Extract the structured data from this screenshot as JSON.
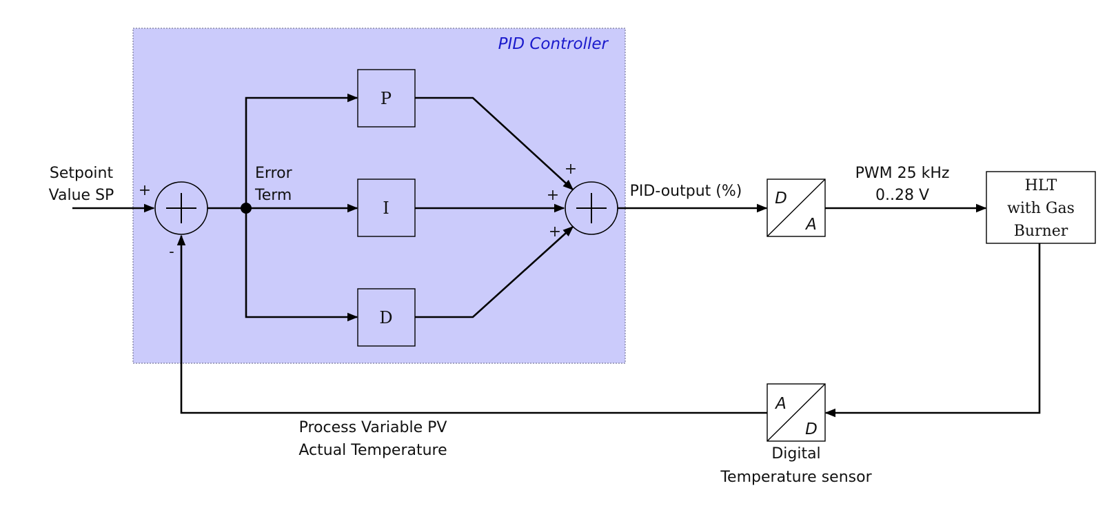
{
  "controller": {
    "title": "PID Controller"
  },
  "input": {
    "line1": "Setpoint",
    "line2": "Value SP"
  },
  "summer1": {
    "plus": "+",
    "minus": "-"
  },
  "error": {
    "line1": "Error",
    "line2": "Term"
  },
  "blocks": {
    "p": "P",
    "i": "I",
    "d": "D"
  },
  "summer2": {
    "top": "+",
    "mid": "+",
    "bottom": "+"
  },
  "pid_output": {
    "label": "PID-output (%)"
  },
  "dac": {
    "top": "D",
    "bottom": "A"
  },
  "pwm": {
    "line1": "PWM 25 kHz",
    "line2": "0..28 V"
  },
  "plant": {
    "line1": "HLT",
    "line2": "with Gas",
    "line3": "Burner"
  },
  "adc": {
    "top": "A",
    "bottom": "D"
  },
  "sensor": {
    "line1": "Digital",
    "line2": "Temperature sensor"
  },
  "feedback": {
    "line1": "Process Variable PV",
    "line2": "Actual Temperature"
  },
  "colors": {
    "controller_fill": "#cbcbfb",
    "title": "#1a1acc"
  }
}
